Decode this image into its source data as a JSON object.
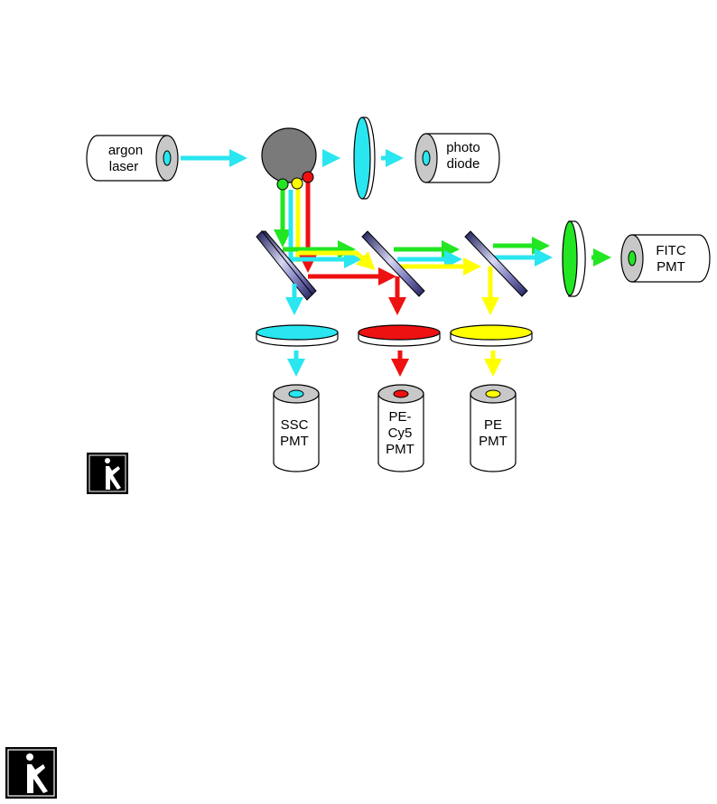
{
  "labels": {
    "laser": [
      "argon",
      "laser"
    ],
    "photodiode": [
      "photo",
      "diode"
    ],
    "fitc": [
      "FITC",
      "PMT"
    ],
    "ssc": [
      "SSC",
      "PMT"
    ],
    "pecy5": [
      "PE-",
      "Cy5",
      "PMT"
    ],
    "pe": [
      "PE",
      "PMT"
    ]
  },
  "colors": {
    "cyan": "#29E6F0",
    "green": "#22E622",
    "yellow": "#FFFF00",
    "red": "#EE1111",
    "sample_gray": "#7A7A7A",
    "mirror_dark": "#2A2A6E",
    "mirror_light": "#C8C8F0",
    "detector_face": "#C8C8C8",
    "logo_bg": "#000000"
  },
  "icons": {
    "logo": "flow-cytometry-logo-icon",
    "logo_corner": "flow-cytometry-logo-icon"
  }
}
